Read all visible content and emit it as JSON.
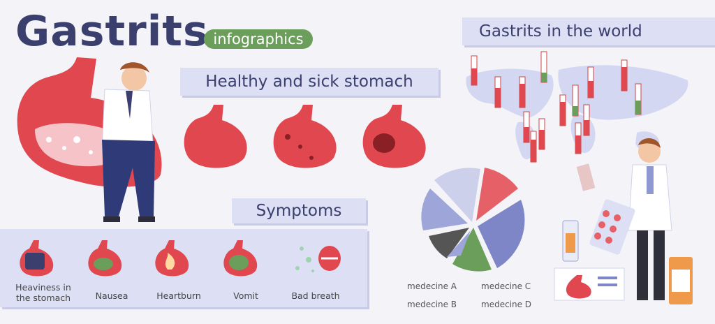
{
  "header": {
    "title": "Gastrits",
    "badge": "infographics"
  },
  "sections": {
    "healthy_sick": "Healthy and sick stomach",
    "world": "Gastrits in the world",
    "symptoms": "Symptoms"
  },
  "symptoms": [
    {
      "label_line1": "Heaviness in",
      "label_line2": "the stomach",
      "icon": "weight-stomach-icon"
    },
    {
      "label_line1": "Nausea",
      "label_line2": "",
      "icon": "nausea-stomach-icon"
    },
    {
      "label_line1": "Heartburn",
      "label_line2": "",
      "icon": "heartburn-stomach-icon"
    },
    {
      "label_line1": "Vomit",
      "label_line2": "",
      "icon": "vomit-stomach-icon"
    },
    {
      "label_line1": "Bad breath",
      "label_line2": "",
      "icon": "bad-breath-icon"
    }
  ],
  "legend": {
    "a": "medecine A",
    "b": "medecine B",
    "c": "medecine C",
    "d": "medecine D"
  },
  "colors": {
    "stomach": "#e0474f",
    "navy": "#3a3f6e",
    "green": "#6c9e5b",
    "panel": "#dde0f4"
  }
}
